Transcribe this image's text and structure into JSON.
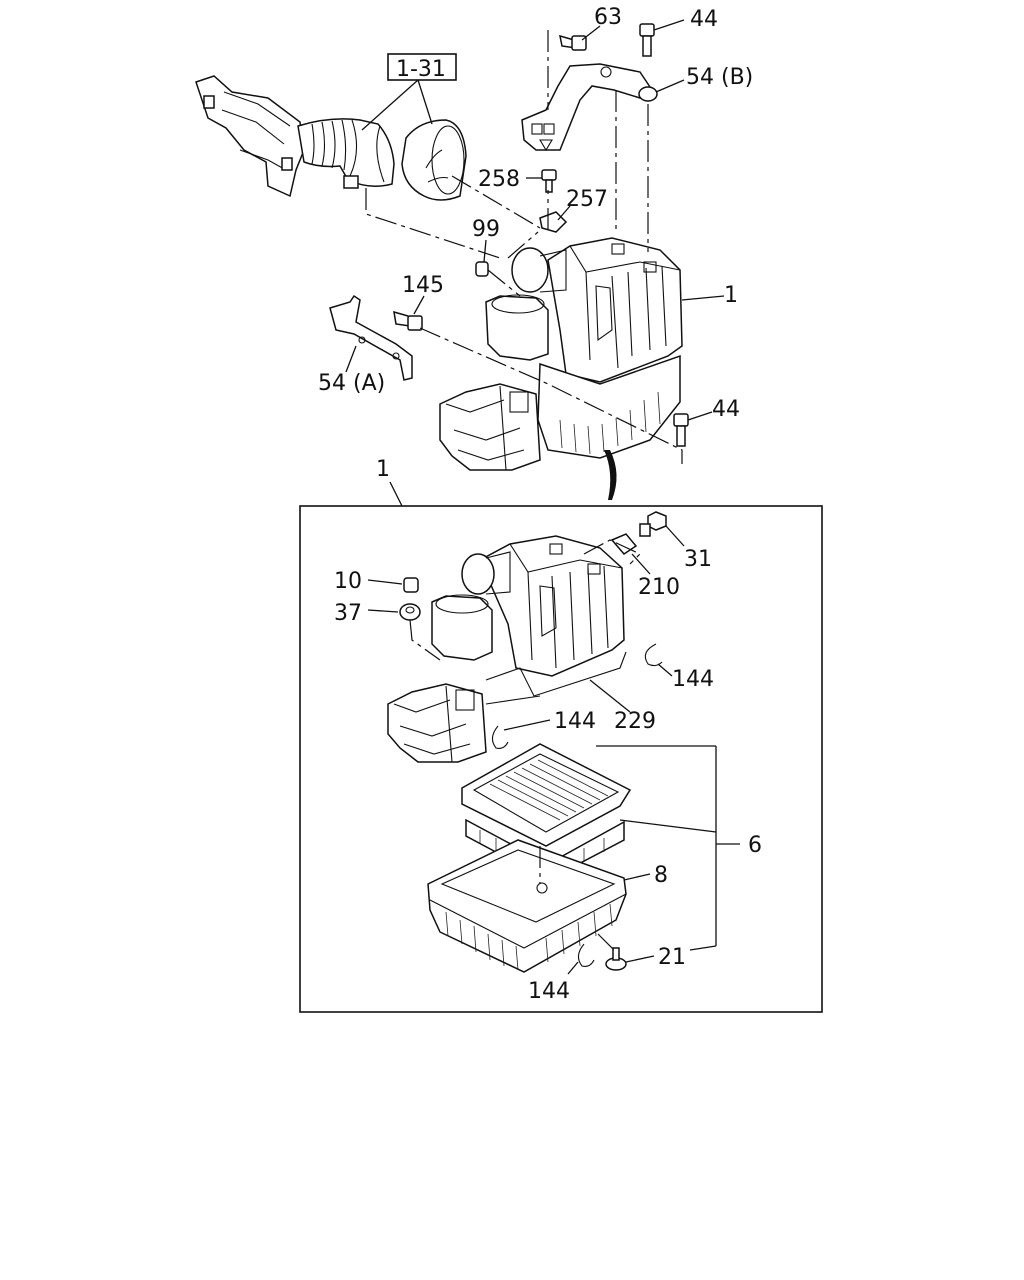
{
  "callouts": {
    "ref_1_31": "1-31",
    "c63": "63",
    "c44_top": "44",
    "c54b": "54 (B)",
    "c258": "258",
    "c257": "257",
    "c99": "99",
    "c145": "145",
    "c1_top": "1",
    "c54a": "54 (A)",
    "c44_mid": "44",
    "c1_box": "1",
    "c31": "31",
    "c10": "10",
    "c210": "210",
    "c37": "37",
    "c144_right": "144",
    "c144_mid": "144",
    "c229": "229",
    "c6": "6",
    "c8": "8",
    "c21": "21",
    "c144_bottom": "144"
  }
}
